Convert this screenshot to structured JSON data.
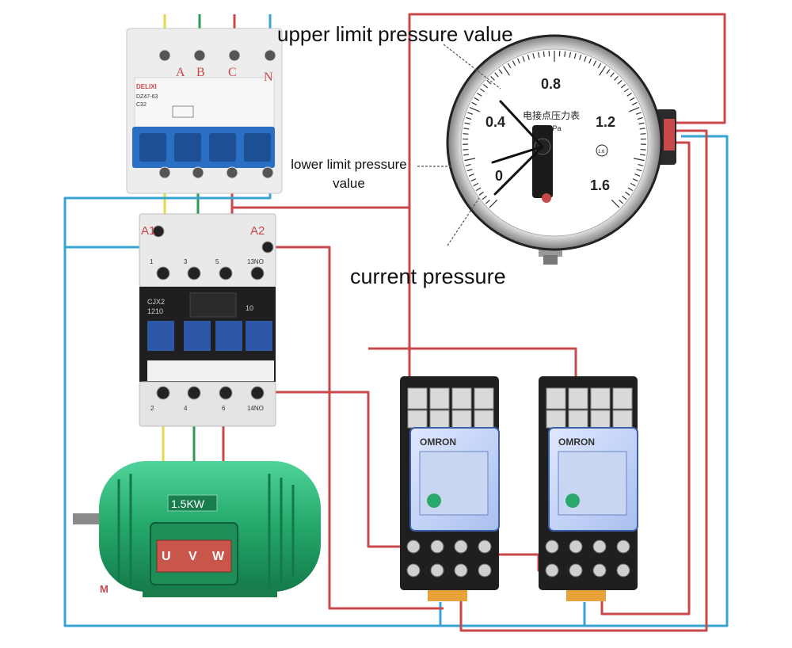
{
  "labels": {
    "upper": "upper limit pressure value",
    "lower": "lower limit pressure value",
    "current": "current pressure"
  },
  "breaker": {
    "terminals": [
      "A",
      "B",
      "C",
      "N"
    ],
    "brand": "DELIXI",
    "model": "DZ47-63",
    "rating": "C32"
  },
  "contactor": {
    "coil_a1": "A1",
    "coil_a2": "A2",
    "top_terminals": [
      "1",
      "3",
      "5",
      "13NO"
    ],
    "bottom_terminals": [
      "2",
      "4",
      "6",
      "14NO"
    ],
    "model": "CJX2",
    "model_no": "1210",
    "aux_label": "10"
  },
  "gauge": {
    "scale": [
      "0",
      "0.4",
      "0.8",
      "1.2",
      "1.6"
    ],
    "title_text": "电接点压力表",
    "unit": "MPa",
    "class_mark": "1.6"
  },
  "relays": {
    "brand": "OMRON",
    "count": 2
  },
  "motor": {
    "power": "1.5KW",
    "terminals": [
      "U",
      "V",
      "W"
    ],
    "symbol": "M"
  },
  "colors": {
    "phase_a": "#e2d84a",
    "phase_b": "#2e9a55",
    "phase_c": "#c8494c",
    "neutral": "#3aa3d6",
    "control": "#c8494c",
    "motor": "#2aa86c",
    "breaker_handle": "#2b6fc4",
    "contactor_window": "#2d55a8"
  }
}
